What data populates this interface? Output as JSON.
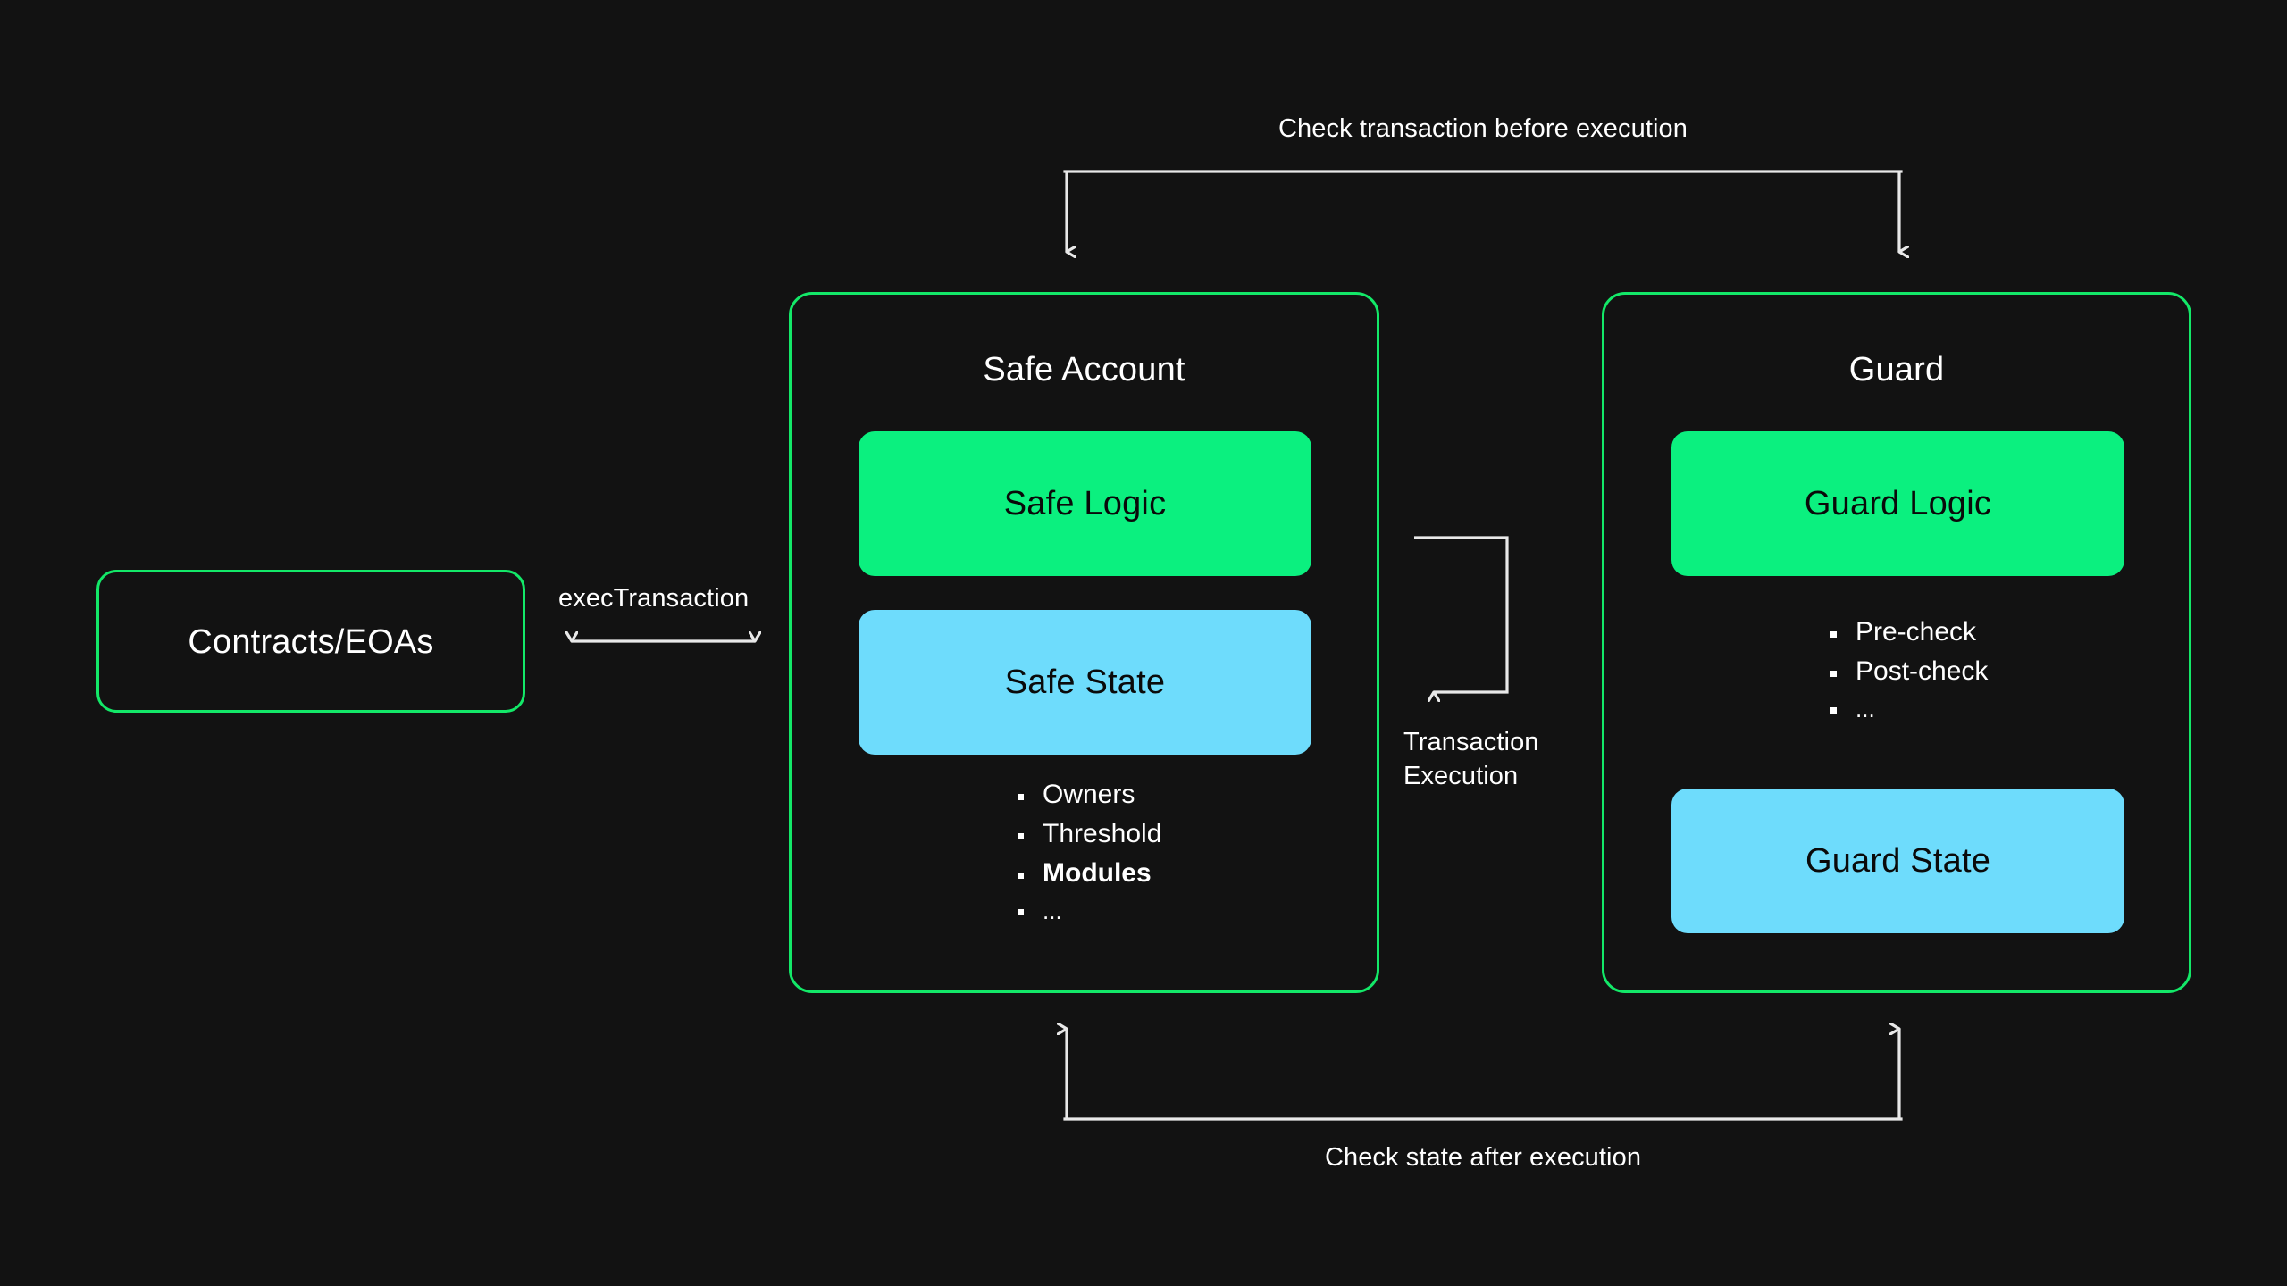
{
  "canvas": {
    "background_color": "#121212",
    "accent_green": "#0BF07F",
    "accent_blue": "#6EDCFC",
    "border_green": "#13E868",
    "text_color": "#FFFFFF"
  },
  "nodes": {
    "actor": {
      "label": "Contracts/EOAs"
    },
    "safe_account": {
      "title": "Safe Account",
      "logic_label": "Safe Logic",
      "state_label": "Safe State",
      "bullets": [
        {
          "text": "Owners",
          "bold": false
        },
        {
          "text": "Threshold",
          "bold": false
        },
        {
          "text": "Modules",
          "bold": true
        },
        {
          "text": "...",
          "bold": false
        }
      ]
    },
    "guard": {
      "title": "Guard",
      "logic_label": "Guard Logic",
      "state_label": "Guard State",
      "bullets": [
        {
          "text": "Pre-check",
          "bold": false
        },
        {
          "text": "Post-check",
          "bold": false
        },
        {
          "text": "...",
          "bold": false
        }
      ]
    }
  },
  "edges": {
    "exec_transaction": "execTransaction",
    "check_before": "Check transaction before execution",
    "transaction_execution": "Transaction\nExecution",
    "check_after": "Check state after execution"
  }
}
